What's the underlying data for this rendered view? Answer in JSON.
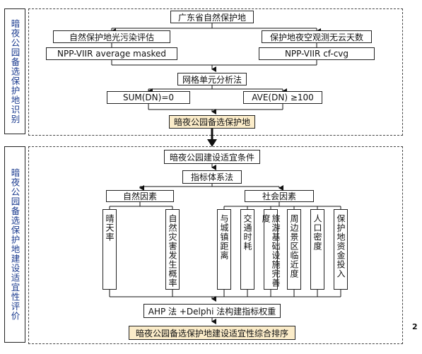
{
  "side_labels": {
    "top": "暗夜公园备选保护地识别",
    "bottom": "暗夜公园备选保护地建设适宜性评价"
  },
  "section1": {
    "root": "广东省自然保护地",
    "left_criterion": "自然保护地光污染评估",
    "right_criterion": "保护地夜空观测无云天数",
    "left_data": "NPP-VIIR average masked",
    "right_data": "NPP-VIIR cf-cvg",
    "method": "网格单元分析法",
    "left_condition": "SUM(DN)=0",
    "right_condition": "AVE(DN) ≥100",
    "result": "暗夜公园备选保护地"
  },
  "section2": {
    "title": "暗夜公园建设适宜条件",
    "method": "指标体系法",
    "natural_group": "自然因素",
    "social_group": "社会因素",
    "natural_factors": [
      "晴天率",
      "自然灾害发生概率"
    ],
    "social_factors": [
      "与城镇距离",
      "交通时耗",
      "旅游基础设施完善度",
      "周边景区临近度",
      "人口密度",
      "保护地资金投入"
    ],
    "weight_method": "AHP 法 +Delphi 法构建指标权重",
    "result": "暗夜公园备选保护地建设适宜性综合排序"
  },
  "page_number": "2"
}
